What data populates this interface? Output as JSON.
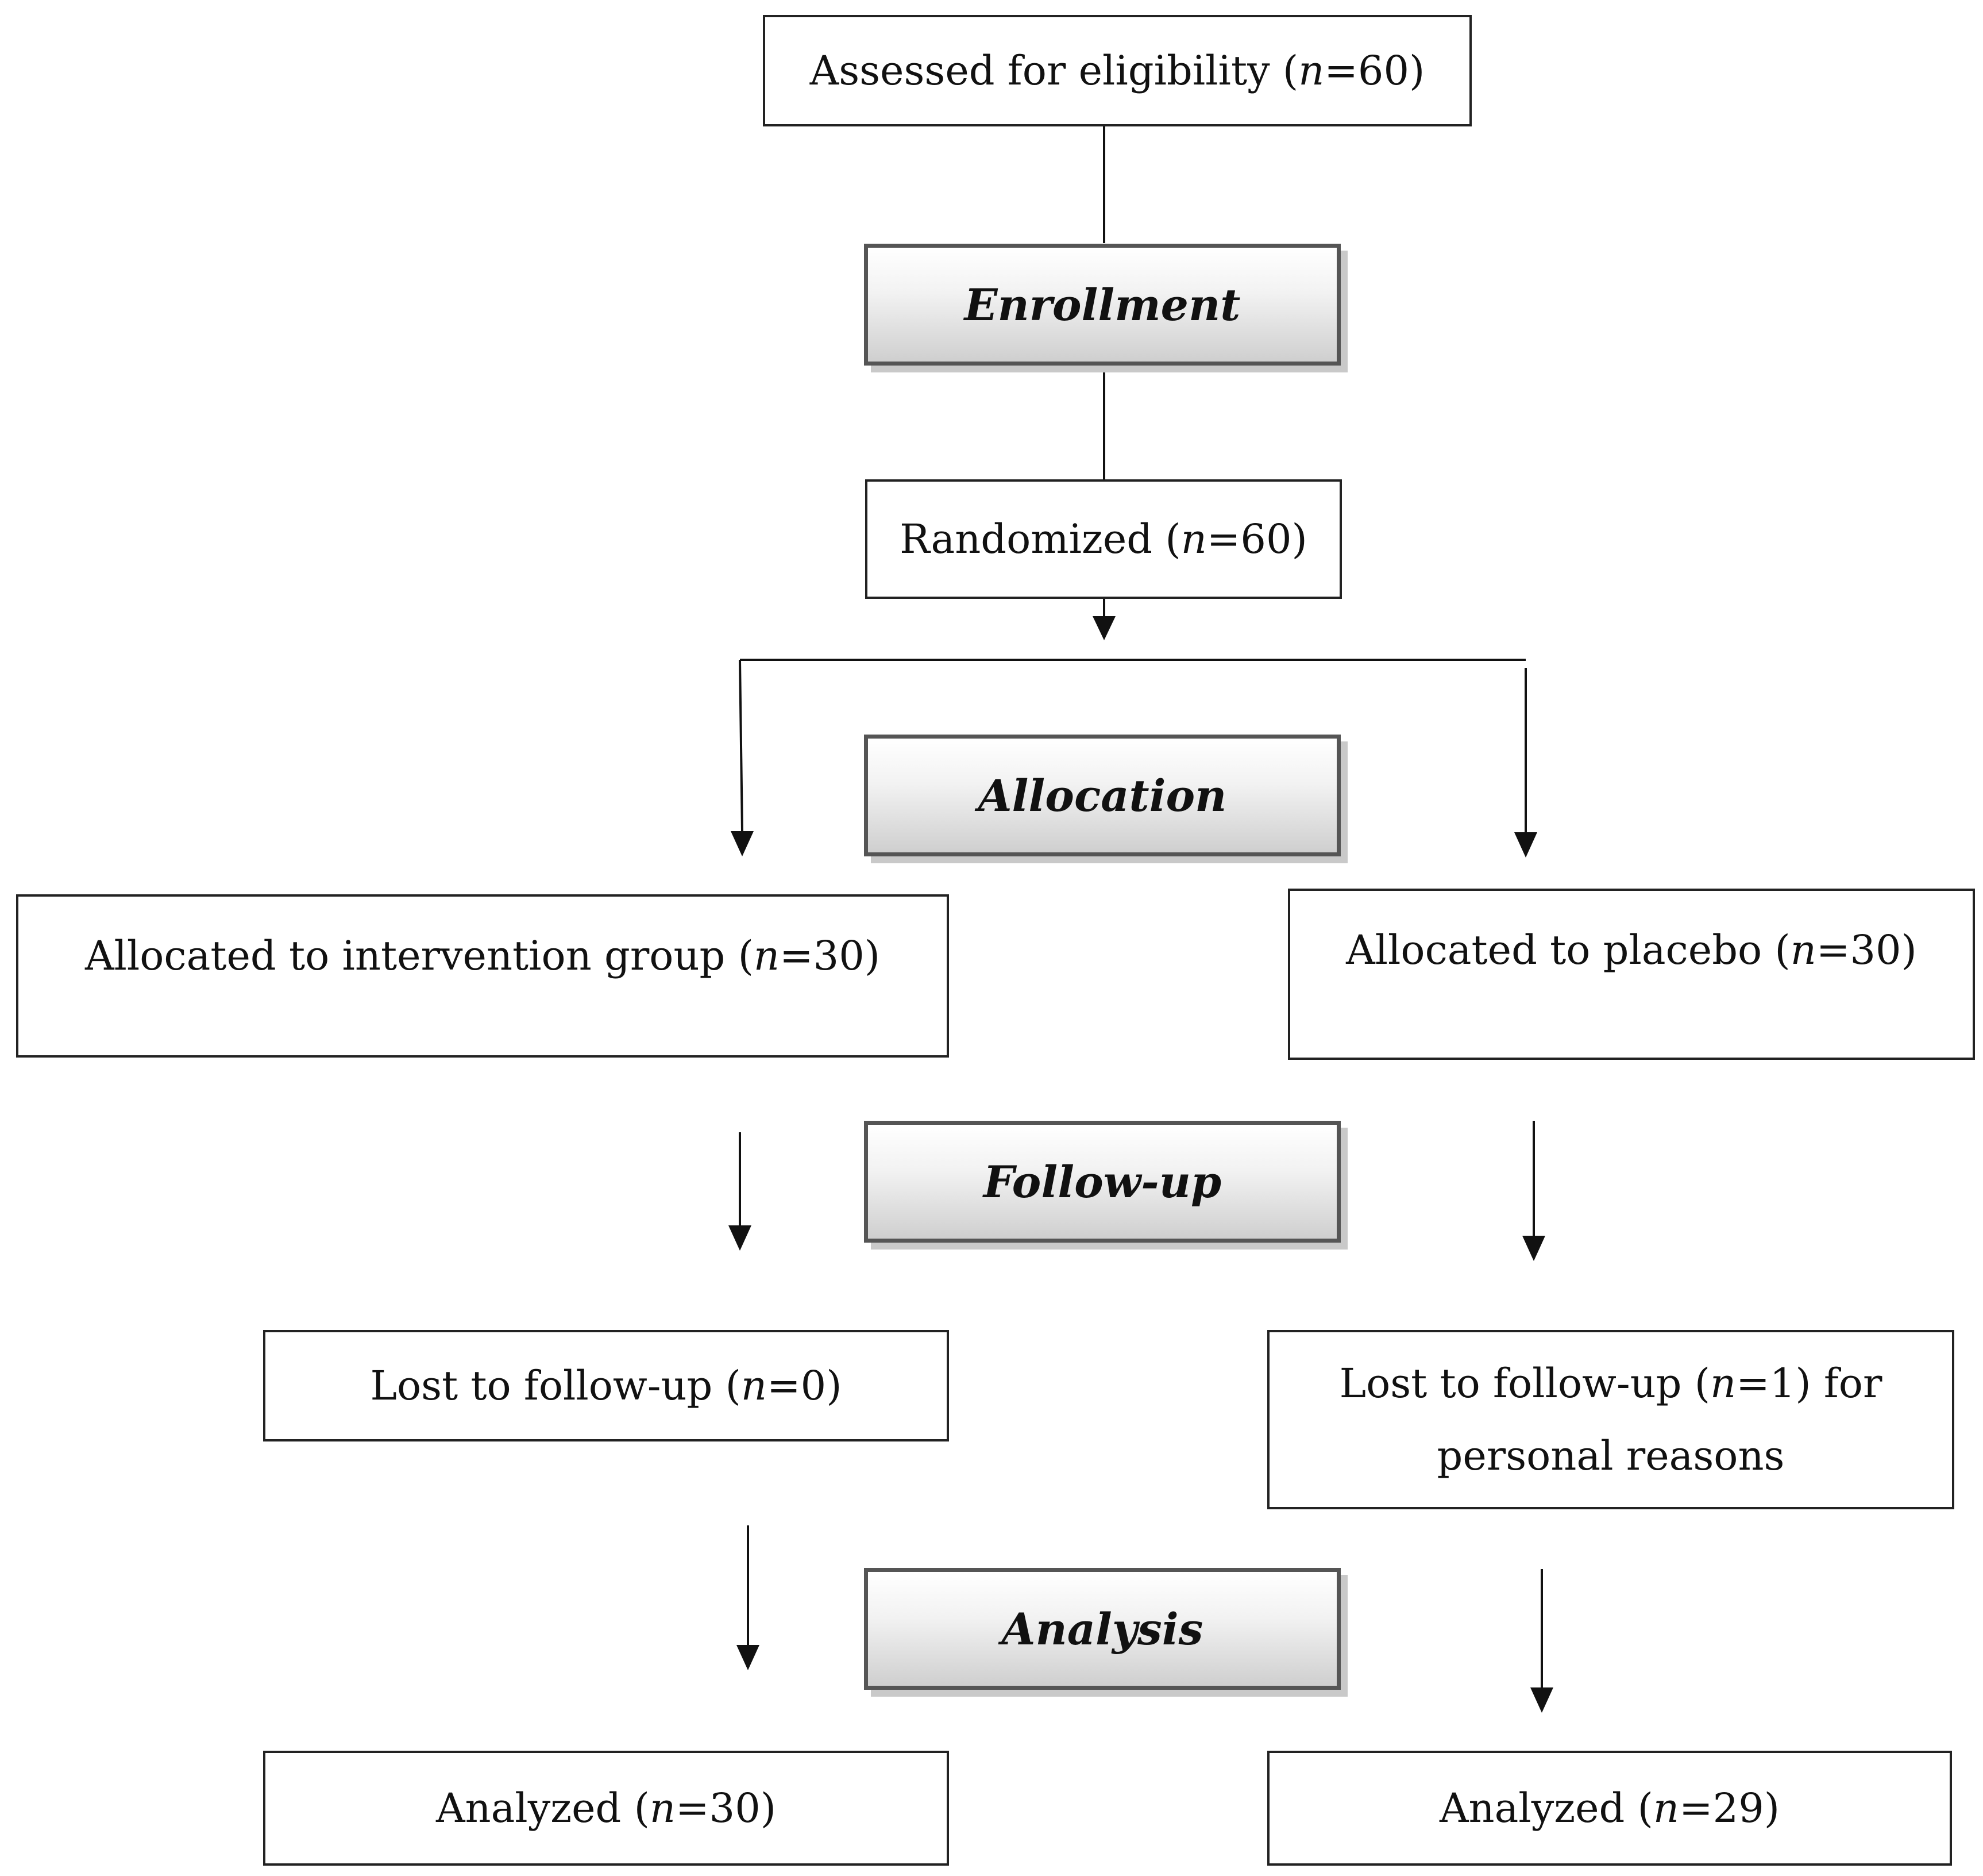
{
  "nodes": {
    "assessed": {
      "prefix": "Assessed for eligibility (",
      "n": "n",
      "suffix": "=60)"
    },
    "randomized": {
      "prefix": "Randomized (",
      "n": "n",
      "suffix": "=60)"
    },
    "alloc_intervention": {
      "prefix": "Allocated to intervention group (",
      "n": "n",
      "suffix": "=30)"
    },
    "alloc_placebo": {
      "prefix": "Allocated to placebo (",
      "n": "n",
      "suffix": "=30)"
    },
    "lost_intervention": {
      "prefix": "Lost to follow-up (",
      "n": "n",
      "suffix": "=0)"
    },
    "lost_placebo": {
      "prefix": "Lost to follow-up (",
      "n": "n",
      "suffix": "=1) for",
      "line2": "personal reasons"
    },
    "analyzed_intervention": {
      "prefix": "Analyzed (",
      "n": "n",
      "suffix": "=30)"
    },
    "analyzed_placebo": {
      "prefix": "Analyzed (",
      "n": "n",
      "suffix": "=29)"
    }
  },
  "phases": {
    "enrollment": "Enrollment",
    "allocation": "Allocation",
    "followup": "Follow-up",
    "analysis": "Analysis"
  },
  "colors": {
    "line": "#111111",
    "box_border": "#222222",
    "phase_border": "#555555"
  }
}
